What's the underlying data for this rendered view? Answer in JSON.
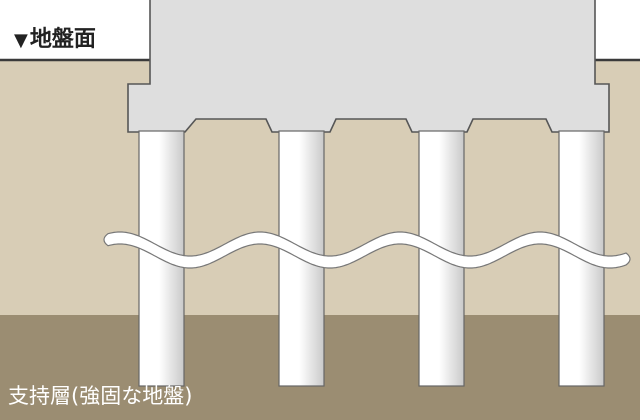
{
  "labels": {
    "ground_surface_marker": "▼",
    "ground_surface": "地盤面",
    "bearing_layer": "支持層(強固な地盤)"
  },
  "colors": {
    "background": "#ffffff",
    "soil": "#d8cdb6",
    "bearing_stratum": "#9b8d72",
    "footing": "#dedede",
    "footing_edge": "#565656",
    "pile_light": "#ffffff",
    "pile_shadow": "#c9c9c9",
    "pile_edge": "#666666",
    "wave_fill": "#ffffff",
    "wave_edge": "#777777"
  },
  "piles": {
    "count": 4
  }
}
